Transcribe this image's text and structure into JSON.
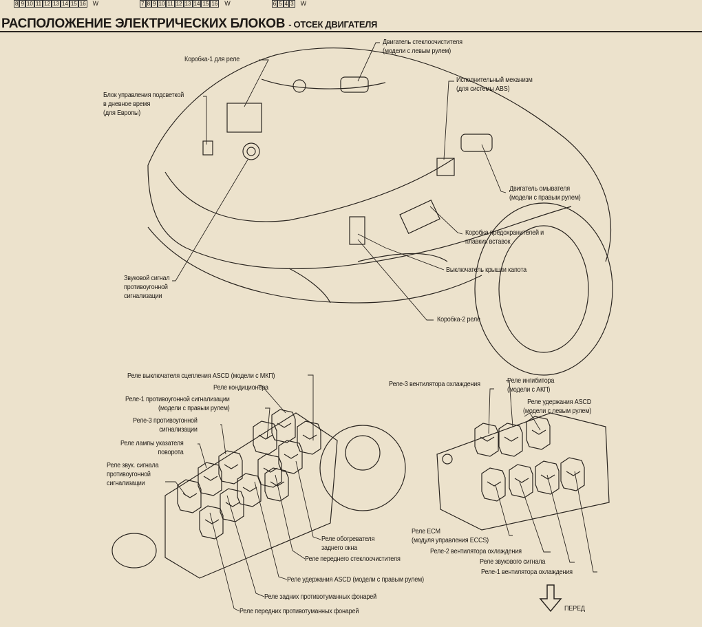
{
  "header": {
    "connector_a": [
      "8",
      "9",
      "10",
      "11",
      "12",
      "13",
      "14",
      "15",
      "16"
    ],
    "connector_b": [
      "7",
      "8",
      "9",
      "10",
      "11",
      "12",
      "13",
      "14",
      "15",
      "16"
    ],
    "connector_c": [
      "6",
      "5",
      "4",
      "3"
    ],
    "connector_color": "W",
    "title": "РАСПОЛОЖЕНИЕ ЭЛЕКТРИЧЕСКИХ БЛОКОВ",
    "subtitle": "- ОТСЕК ДВИГАТЕЛЯ"
  },
  "engine_labels": {
    "relay_box_1": "Коробка-1 для реле",
    "daylight_unit": "Блок управления подсветкой\nв дневное время\n(для Европы)",
    "wiper_motor": "Двигатель стеклоочистителя\n(модели с левым рулем)",
    "abs_actuator": "Исполнительный механизм\n(для системы ABS)",
    "washer_motor": "Двигатель омывателя\n(модели с правым рулем)",
    "fuse_box": "Коробка предохранителей и\nплавких вставок",
    "hood_switch": "Выключатель крышки капота",
    "theft_horn": "Звуковой сигнал\nпротивоугонной\nсигнализации",
    "relay_box_2": "Коробка-2 реле"
  },
  "left_box_labels": {
    "ascd_clutch": "Реле выключателя сцепления ASCD (модели с МКП)",
    "ac": "Реле кондиционера",
    "theft_1": "Реле-1 противоугонной сигнализации\n(модели с правым рулем)",
    "theft_3": "Реле-3 противоугонной\nсигнализации",
    "turn_lamp": "Реле лампы указателя\nповорота",
    "theft_horn": "Реле звук. сигнала\nпротивоугонной\nсигнализации",
    "rear_defog": "Реле обогревателя\nзаднего окна",
    "front_wiper": "Реле переднего стеклоочистителя",
    "ascd_hold_rhd": "Реле удержания ASCD (модели с правым рулем)",
    "rear_fog": "Реле задних противотуманных фонарей",
    "front_fog": "Реле передних противотуманных фонарей"
  },
  "right_box_labels": {
    "fan_3": "Реле-3 вентилятора охлаждения",
    "inhibitor": "Реле ингибитора\n(модели с АКП)",
    "ascd_hold_lhd": "Реле удержания ASCD\n(модели с левым рулем)",
    "ecm": "Реле ECM\n(модуля управления ECCS)",
    "fan_2": "Реле-2 вентилятора охлаждения",
    "horn": "Реле звукового сигнала",
    "fan_1": "Реле-1 вентилятора охлаждения",
    "front": "ПЕРЕД"
  }
}
